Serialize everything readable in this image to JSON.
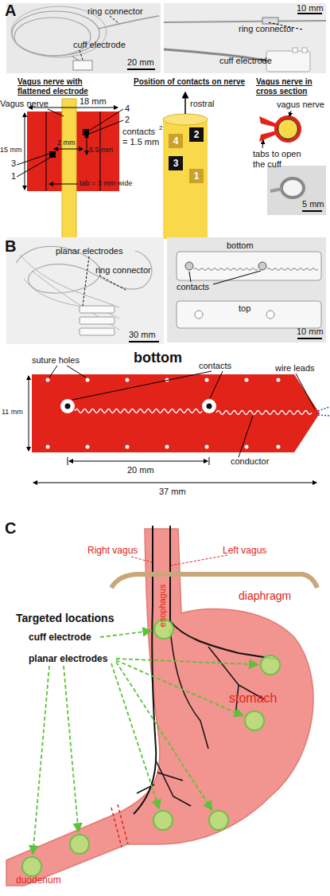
{
  "diagram": {
    "nodes": [
      {
        "text": [
          "4"
        ]
      },
      {
        "text": [
          "2"
        ]
      },
      {
        "text": [
          "3"
        ]
      },
      {
        "text": [
          "1"
        ]
      },
      {
        "text": [
          "bottom"
        ]
      }
    ],
    "labels": [
      "A",
      "ring connector",
      "cuff electrode",
      "20 mm",
      "ring connector",
      "10 mm",
      "cuff electrode",
      "Vagus nerve with flattened electrode",
      "Position of contacts on nerve",
      "Vagus nerve in cross section",
      "Vagus nerve",
      "18 mm",
      "15 mm",
      "4",
      "2",
      "contacts",
      "2",
      "= 1.5 mm",
      "3",
      "1",
      "2 mm",
      "5.5 mm",
      "tab = 3 mm wide",
      "rostral",
      "vagus nerve",
      "tabs to open the cuff",
      "5 mm",
      "B",
      "planar electrodes",
      "ring connector",
      "30 mm",
      "bottom",
      "contacts",
      "top",
      "10 mm",
      "suture holes",
      "contacts",
      "wire leads",
      "11 mm",
      "20 mm",
      "conductor",
      "37 mm",
      "C",
      "Right vagus",
      "Left vagus",
      "diaphragm",
      "esophagus",
      "stomach",
      "duodenum",
      "Targeted locations",
      "cuff electrode",
      "planar electrodes"
    ]
  }
}
